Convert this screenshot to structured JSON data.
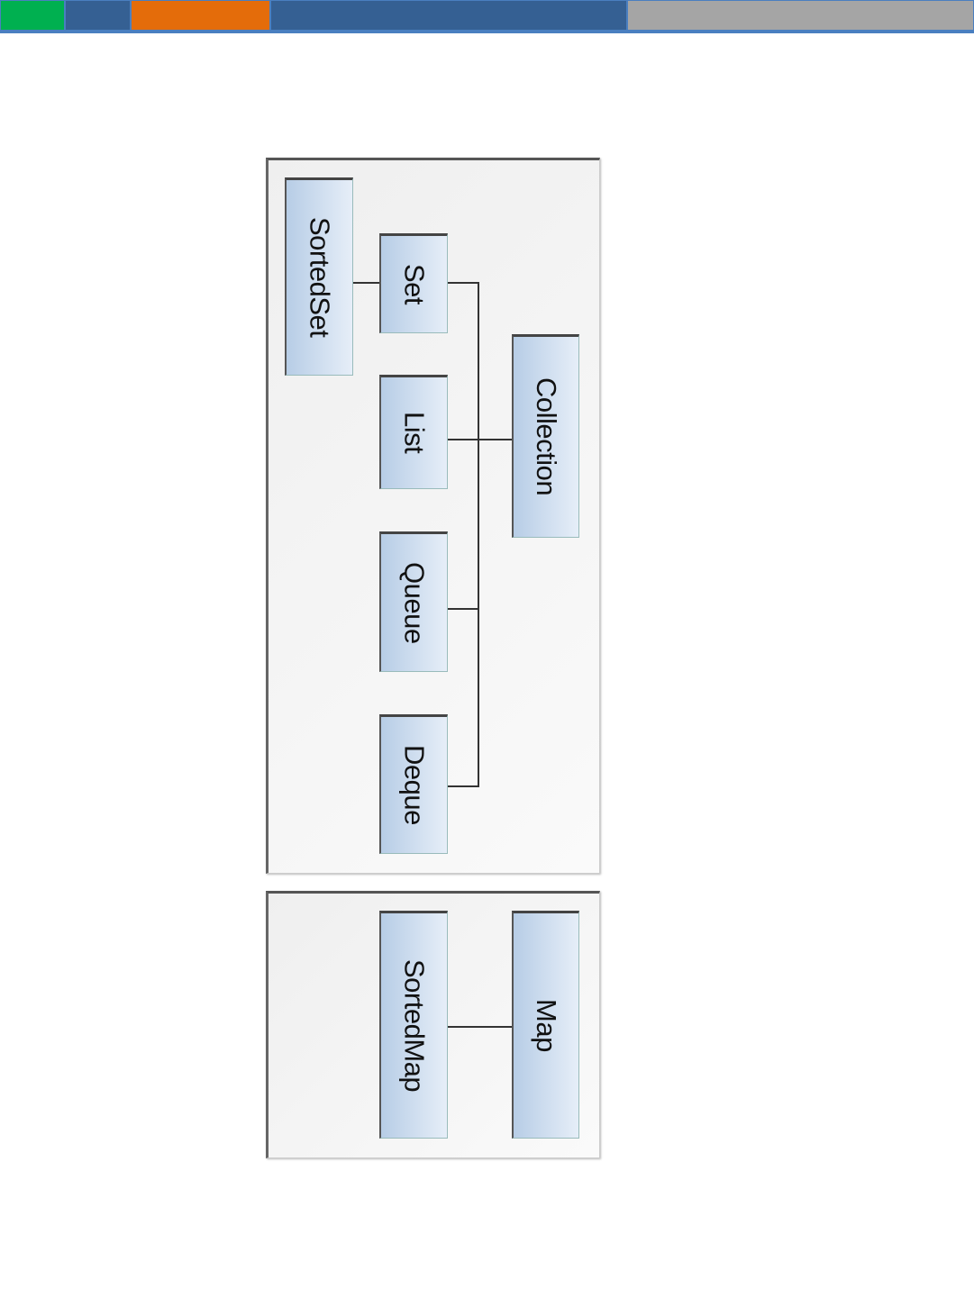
{
  "header_bar": {
    "segments": [
      {
        "name": "green",
        "color": "#00b050"
      },
      {
        "name": "blue",
        "color": "#356093"
      },
      {
        "name": "orange",
        "color": "#e46c0a"
      },
      {
        "name": "blue-wide",
        "color": "#356093"
      },
      {
        "name": "gray",
        "color": "#a5a5a5"
      }
    ]
  },
  "diagram": {
    "collection_group": {
      "root": "Collection",
      "children": [
        "Set",
        "List",
        "Queue",
        "Deque"
      ],
      "grandchild": "SortedSet"
    },
    "map_group": {
      "root": "Map",
      "child": "SortedMap"
    }
  }
}
